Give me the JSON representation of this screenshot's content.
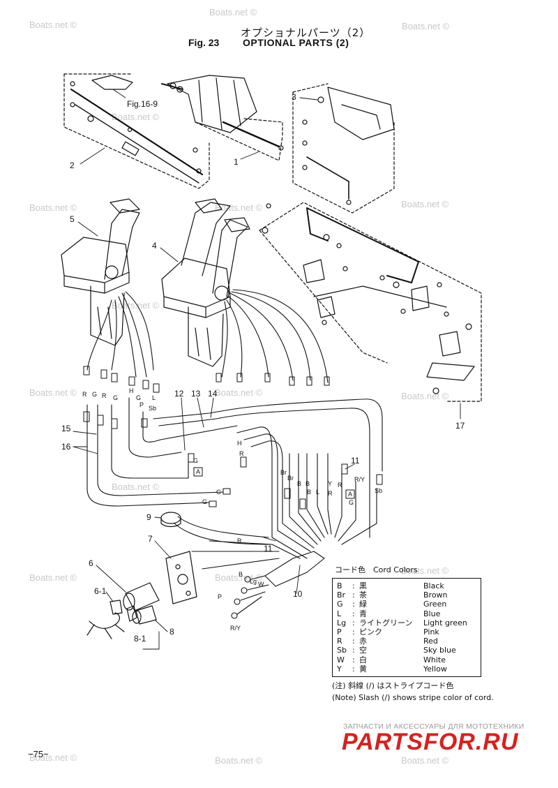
{
  "header": {
    "title_jp": "オプショナルパーツ（2）",
    "fig_label": "Fig. 23",
    "title_en": "OPTIONAL PARTS (2)"
  },
  "watermarks": [
    "Boats.net ©",
    "Boats.net ©",
    "Boats.net ©",
    "Boats.net ©",
    "Boats.net ©",
    "Boats.net ©",
    "Boats.net ©",
    "Boats.net ©",
    "Boats.net ©",
    "Boats.net ©",
    "Boats.net ©",
    "Boats.net ©",
    "Boats.net ©",
    "Boats.net ©",
    "Boats.net ©",
    "Boats.net ©",
    "Boats.net ©",
    "Boats.net ©"
  ],
  "callouts": {
    "fig_ref": "Fig.16-9",
    "n1": "1",
    "n2": "2",
    "n3": "3",
    "n4": "4",
    "n5": "5",
    "n6": "6",
    "n61a": "6-1",
    "n7": "7",
    "n8": "8",
    "n81": "8-1",
    "n9": "9",
    "n10": "10",
    "n11a": "11",
    "n11b": "11",
    "n12": "12",
    "n13": "13",
    "n14": "14",
    "n15": "15",
    "n16": "16",
    "n17": "17"
  },
  "wire_labels": {
    "r1": "R",
    "g1": "G",
    "r2": "R",
    "g2": "G",
    "h": "H",
    "g3": "G",
    "p1": "P",
    "sb1": "Sb",
    "l1": "L",
    "h2": "H",
    "r3": "R",
    "g4": "G",
    "a1": "A",
    "br1": "Br",
    "br2": "Br",
    "b1": "B",
    "b2": "B",
    "b3": "B",
    "l2": "L",
    "r4": "R",
    "y1": "Y",
    "r5": "R",
    "ry": "R/Y",
    "sb2": "Sb",
    "g5": "G",
    "a2": "A",
    "g6": "G",
    "g7": "G",
    "r6": "R",
    "b4": "B",
    "lg": "Lg",
    "w": "W",
    "p2": "P",
    "ry2": "R/Y"
  },
  "legend": {
    "title": "コード色　Cord Colors",
    "rows": [
      {
        "code": "B",
        "jp": "黒",
        "en": "Black"
      },
      {
        "code": "Br",
        "jp": "茶",
        "en": "Brown"
      },
      {
        "code": "G",
        "jp": "緑",
        "en": "Green"
      },
      {
        "code": "L",
        "jp": "青",
        "en": "Blue"
      },
      {
        "code": "Lg",
        "jp": "ライトグリーン",
        "en": "Light green"
      },
      {
        "code": "P",
        "jp": "ピンク",
        "en": "Pink"
      },
      {
        "code": "R",
        "jp": "赤",
        "en": "Red"
      },
      {
        "code": "Sb",
        "jp": "空",
        "en": "Sky blue"
      },
      {
        "code": "W",
        "jp": "白",
        "en": "White"
      },
      {
        "code": "Y",
        "jp": "黄",
        "en": "Yellow"
      }
    ],
    "note_jp": "(注) 斜線 (/) はストライプコード色",
    "note_en": "(Note)  Slash (/) shows stripe color of cord."
  },
  "footer": {
    "page_number": "−75−",
    "site_tagline": "ЗАПЧАСТИ И АКСЕССУАРЫ ДЛЯ МОТОТЕХНИКИ",
    "site_logo": "PARTSFOR.RU"
  },
  "colors": {
    "ink": "#111111",
    "watermark": "#c8c8c8",
    "logo_red": "#d82020"
  }
}
